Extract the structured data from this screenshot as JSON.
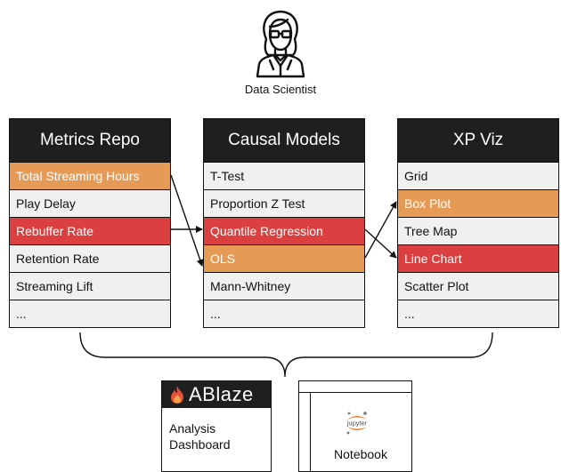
{
  "scientist": {
    "label": "Data Scientist",
    "icon": "data-scientist-icon"
  },
  "columns": [
    {
      "title": "Metrics Repo",
      "items": [
        {
          "label": "Total Streaming Hours",
          "highlight": "orange"
        },
        {
          "label": "Play Delay",
          "highlight": "none"
        },
        {
          "label": "Rebuffer Rate",
          "highlight": "red"
        },
        {
          "label": "Retention Rate",
          "highlight": "none"
        },
        {
          "label": "Streaming Lift",
          "highlight": "none"
        },
        {
          "label": "...",
          "highlight": "none"
        }
      ]
    },
    {
      "title": "Causal Models",
      "items": [
        {
          "label": "T-Test",
          "highlight": "none"
        },
        {
          "label": "Proportion Z Test",
          "highlight": "none"
        },
        {
          "label": "Quantile Regression",
          "highlight": "red"
        },
        {
          "label": "OLS",
          "highlight": "orange"
        },
        {
          "label": "Mann-Whitney",
          "highlight": "none"
        },
        {
          "label": "...",
          "highlight": "none"
        }
      ]
    },
    {
      "title": "XP Viz",
      "items": [
        {
          "label": "Grid",
          "highlight": "none"
        },
        {
          "label": "Box Plot",
          "highlight": "orange"
        },
        {
          "label": "Tree Map",
          "highlight": "none"
        },
        {
          "label": "Line Chart",
          "highlight": "red"
        },
        {
          "label": "Scatter Plot",
          "highlight": "none"
        },
        {
          "label": "...",
          "highlight": "none"
        }
      ]
    }
  ],
  "tools": {
    "ablaze": {
      "name": "ABlaze",
      "description_line1": "Analysis",
      "description_line2": "Dashboard",
      "icon": "flame-icon"
    },
    "notebook": {
      "name": "Notebook",
      "icon": "jupyter-logo-icon",
      "logo_text": "jupyter"
    }
  },
  "colors": {
    "orange": "#e59a55",
    "red": "#d9403f",
    "header": "#1f1f1f",
    "row": "#f0f0f0"
  }
}
